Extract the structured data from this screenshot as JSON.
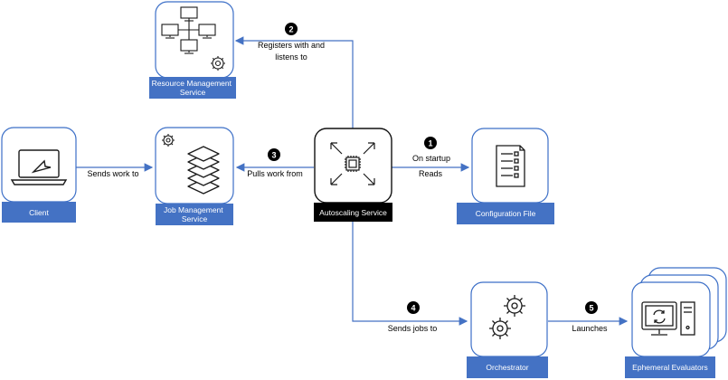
{
  "colors": {
    "node_border": "#3c6fc7",
    "caption_bg": "#4472c4",
    "caption_text": "#ffffff",
    "arrow": "#4472c4",
    "autoscaling_caption_bg": "#000000",
    "icon_stroke": "#1a1a1a"
  },
  "nodes": {
    "client": "Client",
    "job_management": "Job Management Service",
    "autoscaling": "Autoscaling Service",
    "configuration": "Configuration File",
    "resource_management": "Resource Management Service",
    "orchestrator": "Orchestrator",
    "evaluators": "Ephemeral Evaluators"
  },
  "edges": {
    "client_to_jobs": "Sends work to",
    "pulls_work": "Pulls work from",
    "on_startup": "On startup",
    "reads": "Reads",
    "registers_line1": "Registers with and",
    "registers_line2": "listens to",
    "sends_jobs": "Sends jobs to",
    "launches": "Launches"
  },
  "steps": [
    "1",
    "2",
    "3",
    "4",
    "5"
  ]
}
